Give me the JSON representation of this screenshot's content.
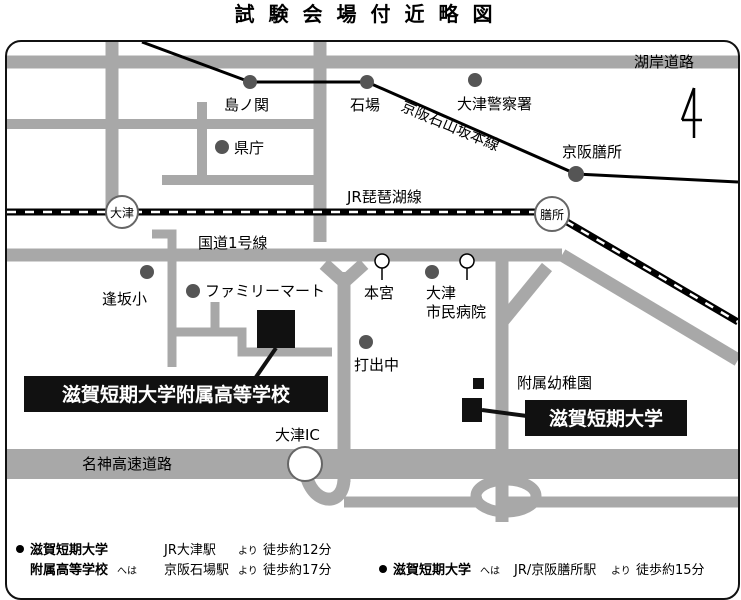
{
  "title": "試験会場付近略図",
  "roads": {
    "kogan": "湖岸道路",
    "route1": "国道1号線",
    "meishin": "名神高速道路",
    "jr_line": "JR琵琶湖線",
    "keihan_line": "京阪石山坂本線",
    "otsu_ic": "大津IC"
  },
  "stations": {
    "otsu": "大津",
    "zeze": "膳所",
    "shimanoseki": "島ノ関",
    "ishiba": "石場",
    "keihan_zeze": "京阪膳所"
  },
  "landmarks": {
    "kencho": "県庁",
    "police": "大津警察署",
    "ousaka_elem": "逢坂小",
    "family_mart": "ファミリーマート",
    "hongu": "本宮",
    "hospital_line1": "大津",
    "hospital_line2": "市民病院",
    "uchide_jh": "打出中",
    "kindergarten": "附属幼稚園"
  },
  "venues": {
    "high_school": "滋賀短期大学附属高等学校",
    "college": "滋賀短期大学"
  },
  "notes": {
    "hs_name_line1": "滋賀短期大学",
    "hs_name_line2": "附属高等学校",
    "hs_particle": "へは",
    "hs_route1_from": "JR大津駅",
    "hs_route1_yori": "より",
    "hs_route1_walk": "徒歩約12分",
    "hs_route2_from": "京阪石場駅",
    "hs_route2_yori": "より",
    "hs_route2_walk": "徒歩約17分",
    "col_name": "滋賀短期大学",
    "col_particle": "へは",
    "col_route_from": "JR/京阪膳所駅",
    "col_route_yori": "より",
    "col_route_walk": "徒歩約15分"
  },
  "colors": {
    "road": "#a8a8a8",
    "rail": "#000000",
    "marker": "#555555",
    "venue": "#111111"
  },
  "icons": {
    "north": "north-arrow-icon",
    "landmark": "gray-dot-icon",
    "shrine": "shrine-symbol-icon"
  }
}
